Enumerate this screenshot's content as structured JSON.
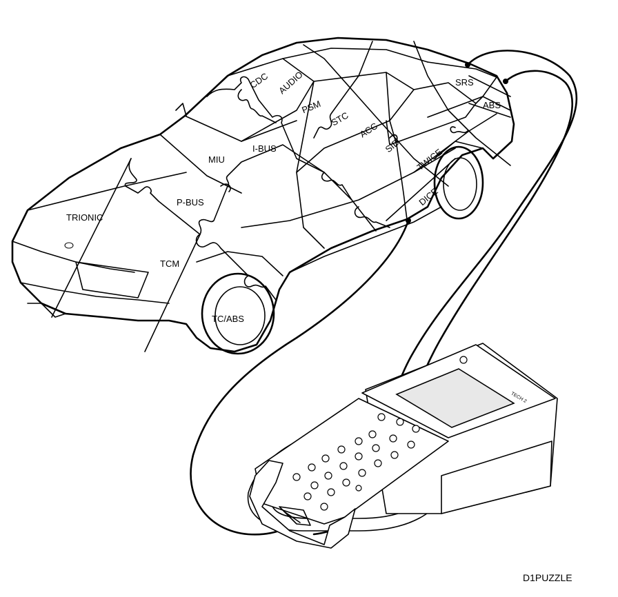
{
  "modules": {
    "cdc": "CDC",
    "audio": "AUDIO",
    "psm": "PSM",
    "stc": "STC",
    "acc": "ACC",
    "srs": "SRS",
    "abs": "ABS",
    "sid": "SID",
    "twice": "TWICE",
    "dice": "DICE",
    "ibus": "I-BUS",
    "miu": "MIU",
    "pbus": "P-BUS",
    "trionic": "TRIONIC",
    "tcm": "TCM",
    "tcabs": "TC/ABS"
  },
  "tool": {
    "brand": "TECH 2"
  },
  "figure_id": "D1PUZZLE"
}
